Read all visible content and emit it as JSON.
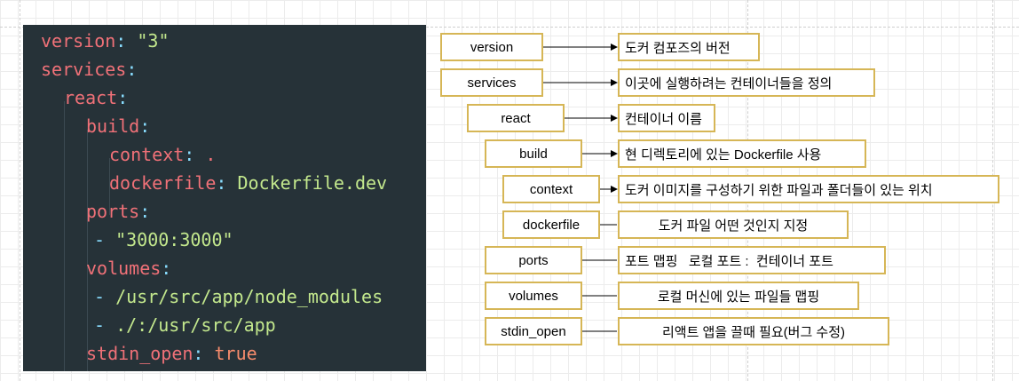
{
  "code": {
    "lines": [
      {
        "key": "version",
        "sep": ": ",
        "value": "\"3\""
      },
      {
        "key": "services",
        "sep": ":",
        "value": ""
      },
      {
        "key": "react",
        "sep": ":",
        "value": ""
      },
      {
        "key": "build",
        "sep": ":",
        "value": ""
      },
      {
        "key": "context",
        "sep": ": ",
        "value": "."
      },
      {
        "key": "dockerfile",
        "sep": ": ",
        "value": "Dockerfile.dev"
      },
      {
        "key": "ports",
        "sep": ":",
        "value": ""
      },
      {
        "key": "- ",
        "sep": "",
        "value": "\"3000:3000\""
      },
      {
        "key": "volumes",
        "sep": ":",
        "value": ""
      },
      {
        "key": "- ",
        "sep": "",
        "value": "/usr/src/app/node_modules"
      },
      {
        "key": "- ",
        "sep": "",
        "value": "./:/usr/src/app"
      },
      {
        "key": "stdin_open",
        "sep": ": ",
        "value": "true"
      }
    ]
  },
  "diagram": {
    "rows": [
      {
        "term": "version",
        "desc": "도커 컴포즈의 버전"
      },
      {
        "term": "services",
        "desc": "이곳에 실행하려는 컨테이너들을 정의"
      },
      {
        "term": "react",
        "desc": "컨테이너 이름"
      },
      {
        "term": "build",
        "desc": "현 디렉토리에 있는 Dockerfile 사용"
      },
      {
        "term": "context",
        "desc": "도커 이미지를 구성하기 위한 파일과 폴더들이 있는 위치"
      },
      {
        "term": "dockerfile",
        "desc": "도커 파일 어떤 것인지 지정"
      },
      {
        "term": "ports",
        "desc": "포트 맵핑   로컬 포트 :  컨테이너 포트"
      },
      {
        "term": "volumes",
        "desc": "로컬 머신에 있는 파일들 맵핑"
      },
      {
        "term": "stdin_open",
        "desc": "리액트 앱을 끌때 필요(버그 수정)"
      }
    ]
  },
  "colors": {
    "code_bg": "#263238",
    "key": "#f07178",
    "punct": "#89ddff",
    "string": "#c3e88d",
    "box_border": "#d6b656"
  }
}
